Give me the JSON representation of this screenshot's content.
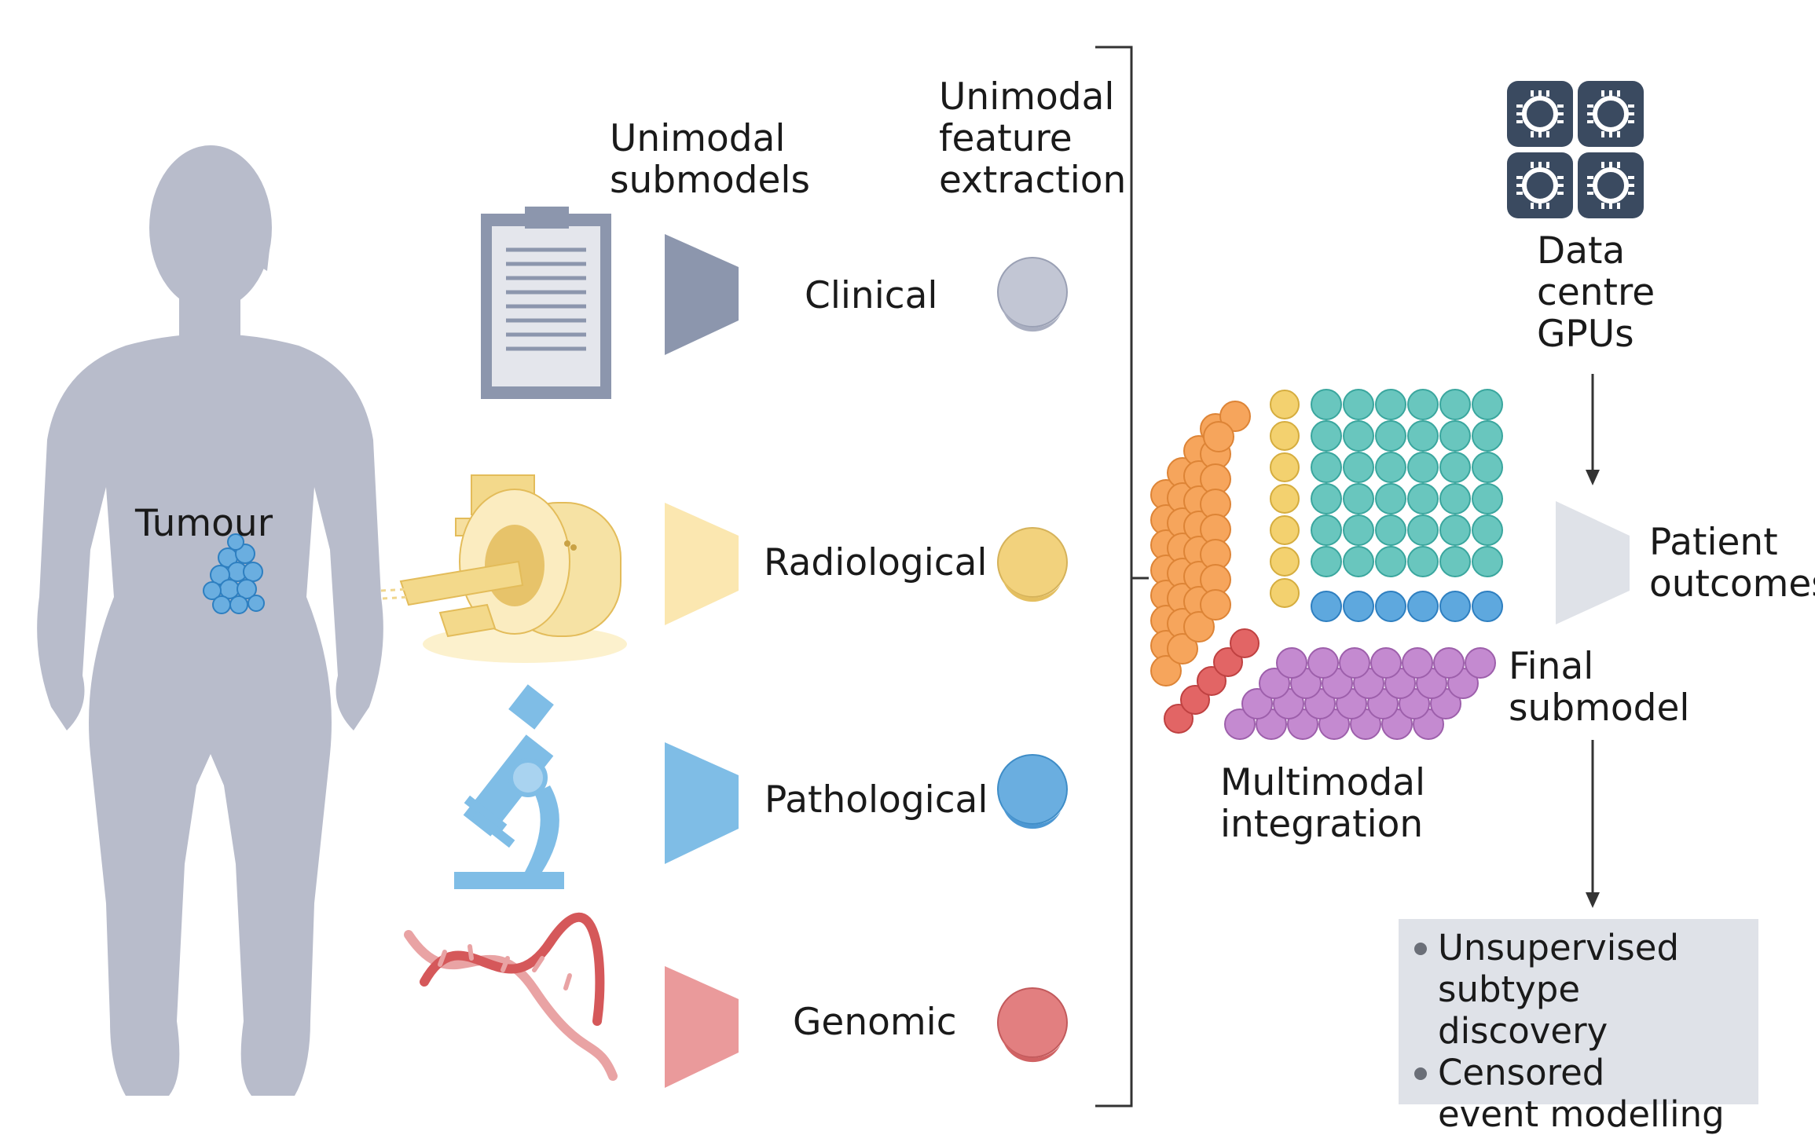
{
  "labels": {
    "unimodal_submodels": "Unimodal\nsubmodels",
    "unimodal_feature_extraction": "Unimodal\nfeature\nextraction",
    "tumour": "Tumour",
    "data_centre_gpus": "Data\ncentre\nGPUs",
    "patient_outcomes": "Patient\noutcomes",
    "final_submodel": "Final\nsubmodel",
    "multimodal_integration": "Multimodal\nintegration"
  },
  "modalities": [
    {
      "name": "Clinical",
      "color": "#8c96ad",
      "feature_color": "#c2c6d4"
    },
    {
      "name": "Radiological",
      "color": "#fbe7b0",
      "feature_color": "#f2d27d"
    },
    {
      "name": "Pathological",
      "color": "#7fbde6",
      "feature_color": "#6aaee0"
    },
    {
      "name": "Genomic",
      "color": "#ea9a9b",
      "feature_color": "#e27f80"
    }
  ],
  "outputs": [
    "Unsupervised\nsubtype discovery",
    "Censored\nevent modelling"
  ],
  "colors": {
    "body": "#b8bccb",
    "gpu": "#3a4a60",
    "final_submodel": "#dfe2e8",
    "teal": "#69c6be",
    "orange": "#f6a55c",
    "yellow": "#f3d16f",
    "blue": "#5ea8de",
    "purple": "#c48ad0",
    "red": "#e26565"
  },
  "icons": [
    "person-silhouette-icon",
    "tumour-cells-icon",
    "clipboard-icon",
    "mri-scanner-icon",
    "microscope-icon",
    "dna-helix-icon",
    "gpu-chip-icon"
  ]
}
